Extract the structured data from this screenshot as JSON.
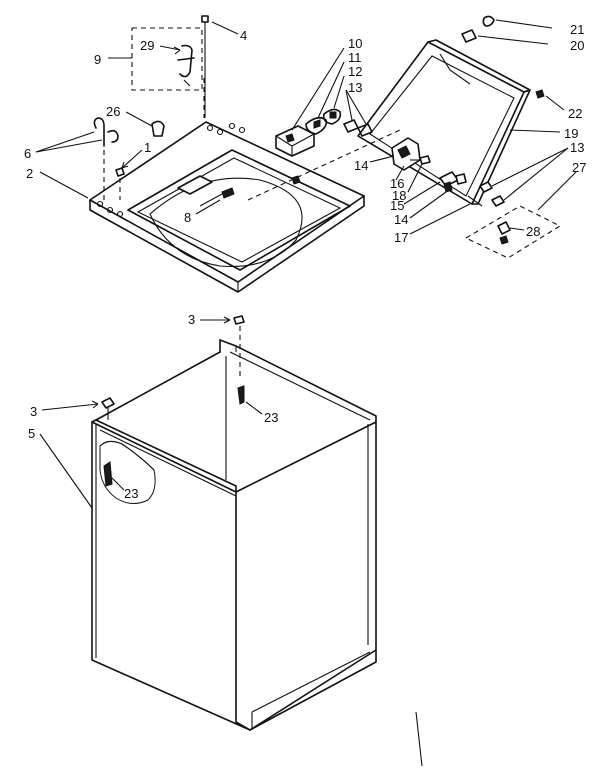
{
  "callouts": [
    {
      "id": "c1",
      "label": "1"
    },
    {
      "id": "c2",
      "label": "2"
    },
    {
      "id": "c3a",
      "label": "3"
    },
    {
      "id": "c3b",
      "label": "3"
    },
    {
      "id": "c4",
      "label": "4"
    },
    {
      "id": "c5",
      "label": "5"
    },
    {
      "id": "c6",
      "label": "6"
    },
    {
      "id": "c8",
      "label": "8"
    },
    {
      "id": "c9",
      "label": "9"
    },
    {
      "id": "c10",
      "label": "10"
    },
    {
      "id": "c11",
      "label": "11"
    },
    {
      "id": "c12",
      "label": "12"
    },
    {
      "id": "c13a",
      "label": "13"
    },
    {
      "id": "c13b",
      "label": "13"
    },
    {
      "id": "c14a",
      "label": "14"
    },
    {
      "id": "c14b",
      "label": "14"
    },
    {
      "id": "c15",
      "label": "15"
    },
    {
      "id": "c16",
      "label": "16"
    },
    {
      "id": "c17",
      "label": "17"
    },
    {
      "id": "c18",
      "label": "18"
    },
    {
      "id": "c19",
      "label": "19"
    },
    {
      "id": "c20",
      "label": "20"
    },
    {
      "id": "c21",
      "label": "21"
    },
    {
      "id": "c22",
      "label": "22"
    },
    {
      "id": "c23a",
      "label": "23"
    },
    {
      "id": "c23b",
      "label": "23"
    },
    {
      "id": "c26",
      "label": "26"
    },
    {
      "id": "c27",
      "label": "27"
    },
    {
      "id": "c28",
      "label": "28"
    },
    {
      "id": "c29",
      "label": "29"
    }
  ]
}
